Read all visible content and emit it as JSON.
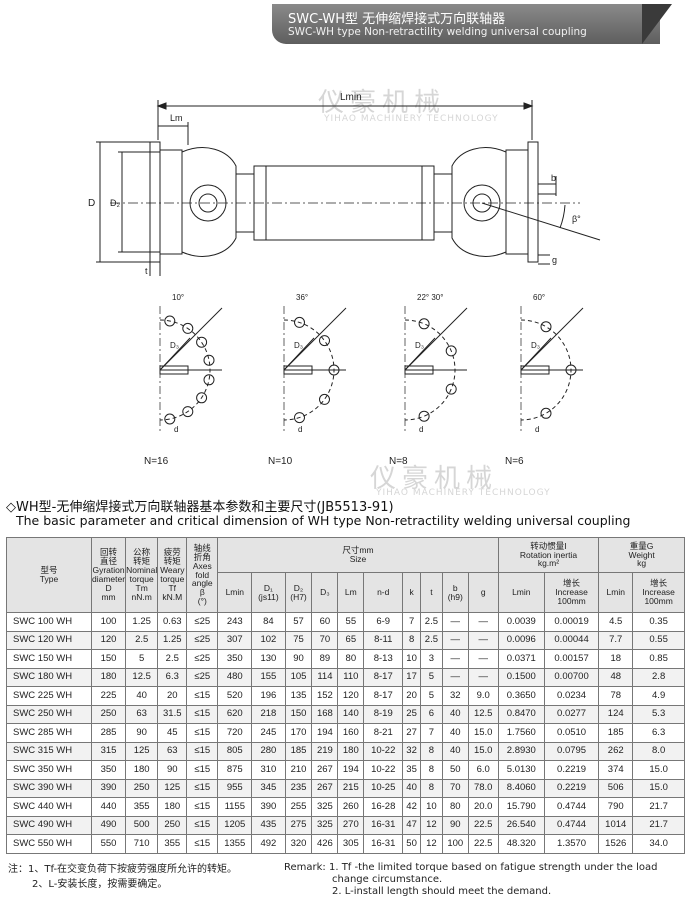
{
  "banner": {
    "title_cn": "SWC-WH型 无伸缩焊接式万向联轴器",
    "title_en": "SWC-WH type Non-retractility welding universal coupling"
  },
  "watermark": {
    "cn": "仪豪机械",
    "en": "YIHAO MACHINERY TECHNOLOGY"
  },
  "drawing": {
    "labels": {
      "lmin": "Lmin",
      "lm": "Lm",
      "d": "D",
      "d2": "D₂",
      "b": "b",
      "g": "g",
      "t": "t",
      "beta": "β°"
    },
    "flanges": [
      {
        "label": "N=16",
        "angle": "10°",
        "holes": 16
      },
      {
        "label": "N=10",
        "angle": "36°",
        "holes": 10
      },
      {
        "label": "N=8",
        "angle": "22° 30°",
        "holes": 8
      },
      {
        "label": "N=6",
        "angle": "60°",
        "holes": 6
      }
    ],
    "flange_marks": {
      "d3": "D₃",
      "d": "d"
    }
  },
  "heading": {
    "cn": "◇WH型-无伸缩焊接式万向联轴器基本参数和主要尺寸(JB5513-91)",
    "en": "The basic parameter and critical dimension of WH type Non-retractility welding universal coupling"
  },
  "table": {
    "head": {
      "model": [
        "型号",
        "Type"
      ],
      "gyration": [
        "回转",
        "直径",
        "Gyration",
        "diameter",
        "D",
        "mm"
      ],
      "nominal": [
        "公称",
        "转矩",
        "Nominal",
        "torque",
        "Tm",
        "nN.m"
      ],
      "weary": [
        "疲劳",
        "转矩",
        "Weary",
        "torque",
        "Tf",
        "kN.M"
      ],
      "fold": [
        "轴线",
        "折角",
        "Axes fold",
        "angle",
        "β",
        "(°)"
      ],
      "size": [
        "尺寸mm",
        "Size"
      ],
      "inertia": [
        "转动惯量I",
        "Rotation inertia",
        "kg.m²"
      ],
      "weight": [
        "重量G",
        "Weight",
        "kg"
      ],
      "cols": [
        "Lmin",
        "D₁|(js11)",
        "D₂|(H7)",
        "D₃",
        "Lm",
        "n-d",
        "k",
        "t",
        "b|(h9)",
        "g"
      ],
      "inertia_cols": [
        "Lmin",
        "增长|Increase|100mm"
      ],
      "weight_cols": [
        "Lmin",
        "增长|Increase|100mm"
      ]
    },
    "rows": [
      [
        "SWC 100  WH",
        "100",
        "1.25",
        "0.63",
        "≤25",
        "243",
        "84",
        "57",
        "60",
        "55",
        "6-9",
        "7",
        "2.5",
        "—",
        "—",
        "0.0039",
        "0.00019",
        "4.5",
        "0.35"
      ],
      [
        "SWC 120  WH",
        "120",
        "2.5",
        "1.25",
        "≤25",
        "307",
        "102",
        "75",
        "70",
        "65",
        "8-11",
        "8",
        "2.5",
        "—",
        "—",
        "0.0096",
        "0.00044",
        "7.7",
        "0.55"
      ],
      [
        "SWC 150  WH",
        "150",
        "5",
        "2.5",
        "≤25",
        "350",
        "130",
        "90",
        "89",
        "80",
        "8-13",
        "10",
        "3",
        "—",
        "—",
        "0.0371",
        "0.00157",
        "18",
        "0.85"
      ],
      [
        "SWC 180  WH",
        "180",
        "12.5",
        "6.3",
        "≤25",
        "480",
        "155",
        "105",
        "114",
        "110",
        "8-17",
        "17",
        "5",
        "—",
        "—",
        "0.1500",
        "0.00700",
        "48",
        "2.8"
      ],
      [
        "SWC 225  WH",
        "225",
        "40",
        "20",
        "≤15",
        "520",
        "196",
        "135",
        "152",
        "120",
        "8-17",
        "20",
        "5",
        "32",
        "9.0",
        "0.3650",
        "0.0234",
        "78",
        "4.9"
      ],
      [
        "SWC 250  WH",
        "250",
        "63",
        "31.5",
        "≤15",
        "620",
        "218",
        "150",
        "168",
        "140",
        "8-19",
        "25",
        "6",
        "40",
        "12.5",
        "0.8470",
        "0.0277",
        "124",
        "5.3"
      ],
      [
        "SWC 285  WH",
        "285",
        "90",
        "45",
        "≤15",
        "720",
        "245",
        "170",
        "194",
        "160",
        "8-21",
        "27",
        "7",
        "40",
        "15.0",
        "1.7560",
        "0.0510",
        "185",
        "6.3"
      ],
      [
        "SWC 315  WH",
        "315",
        "125",
        "63",
        "≤15",
        "805",
        "280",
        "185",
        "219",
        "180",
        "10-22",
        "32",
        "8",
        "40",
        "15.0",
        "2.8930",
        "0.0795",
        "262",
        "8.0"
      ],
      [
        "SWC 350  WH",
        "350",
        "180",
        "90",
        "≤15",
        "875",
        "310",
        "210",
        "267",
        "194",
        "10-22",
        "35",
        "8",
        "50",
        "6.0",
        "5.0130",
        "0.2219",
        "374",
        "15.0"
      ],
      [
        "SWC 390  WH",
        "390",
        "250",
        "125",
        "≤15",
        "955",
        "345",
        "235",
        "267",
        "215",
        "10-25",
        "40",
        "8",
        "70",
        "78.0",
        "8.4060",
        "0.2219",
        "506",
        "15.0"
      ],
      [
        "SWC 440  WH",
        "440",
        "355",
        "180",
        "≤15",
        "1155",
        "390",
        "255",
        "325",
        "260",
        "16-28",
        "42",
        "10",
        "80",
        "20.0",
        "15.790",
        "0.4744",
        "790",
        "21.7"
      ],
      [
        "SWC 490  WH",
        "490",
        "500",
        "250",
        "≤15",
        "1205",
        "435",
        "275",
        "325",
        "270",
        "16-31",
        "47",
        "12",
        "90",
        "22.5",
        "26.540",
        "0.4744",
        "1014",
        "21.7"
      ],
      [
        "SWC 550  WH",
        "550",
        "710",
        "355",
        "≤15",
        "1355",
        "492",
        "320",
        "426",
        "305",
        "16-31",
        "50",
        "12",
        "100",
        "22.5",
        "48.320",
        "1.3570",
        "1526",
        "34.0"
      ]
    ]
  },
  "notes": {
    "cn": [
      "注：1、Tf-在交变负荷下按疲劳强度所允许的转矩。",
      "2、L-安装长度，按需要确定。"
    ],
    "en": [
      "Remark: 1. Tf -the limited torque based on fatigue strength under the load",
      "change circumstance.",
      "2. L-install length should meet the demand."
    ]
  },
  "colors": {
    "banner": "#6f6f6f",
    "line": "#222222",
    "header_bg": "#e4e4e4",
    "watermark": "#d6d6d6"
  }
}
